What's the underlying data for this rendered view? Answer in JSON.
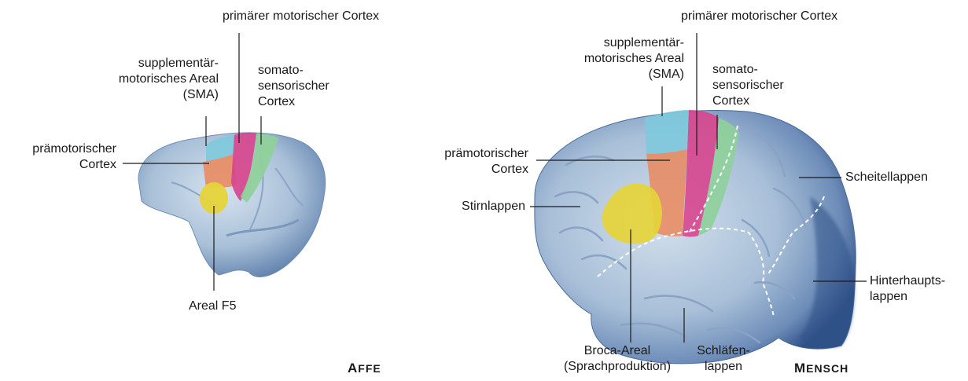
{
  "colors": {
    "sma": "#7ec9dc",
    "premotor": "#e98b62",
    "primary_motor": "#d7468e",
    "somatosensory": "#8fd09a",
    "f5_broca": "#e6d43a",
    "brain_fill": "#b7cbe0",
    "brain_shadow": "#3f6497",
    "label_line": "#1a1a1a"
  },
  "monkey": {
    "caption_initial": "A",
    "caption_rest": "FFE",
    "labels": {
      "primary_motor_cortex": "primärer motorischer Cortex",
      "sma_line1": "supplementär-",
      "sma_line2": "motorisches Areal",
      "sma_line3": "(SMA)",
      "somatosensory_line1": "somato-",
      "somatosensory_line2": "sensorischer",
      "somatosensory_line3": "Cortex",
      "premotor_line1": "prämotorischer",
      "premotor_line2": "Cortex",
      "area_f5": "Areal F5"
    }
  },
  "human": {
    "caption_initial": "M",
    "caption_rest": "ENSCH",
    "labels": {
      "primary_motor_cortex": "primärer motorischer Cortex",
      "sma_line1": "supplementär-",
      "sma_line2": "motorisches Areal",
      "sma_line3": "(SMA)",
      "somatosensory_line1": "somato-",
      "somatosensory_line2": "sensorischer",
      "somatosensory_line3": "Cortex",
      "premotor_line1": "prämotorischer",
      "premotor_line2": "Cortex",
      "frontal_lobe": "Stirnlappen",
      "parietal_lobe": "Scheitellappen",
      "occipital_line1": "Hinterhaupts-",
      "occipital_line2": "lappen",
      "broca_line1": "Broca-Areal",
      "broca_line2": "(Sprachproduktion)",
      "temporal_line1": "Schläfen-",
      "temporal_line2": "lappen"
    }
  }
}
